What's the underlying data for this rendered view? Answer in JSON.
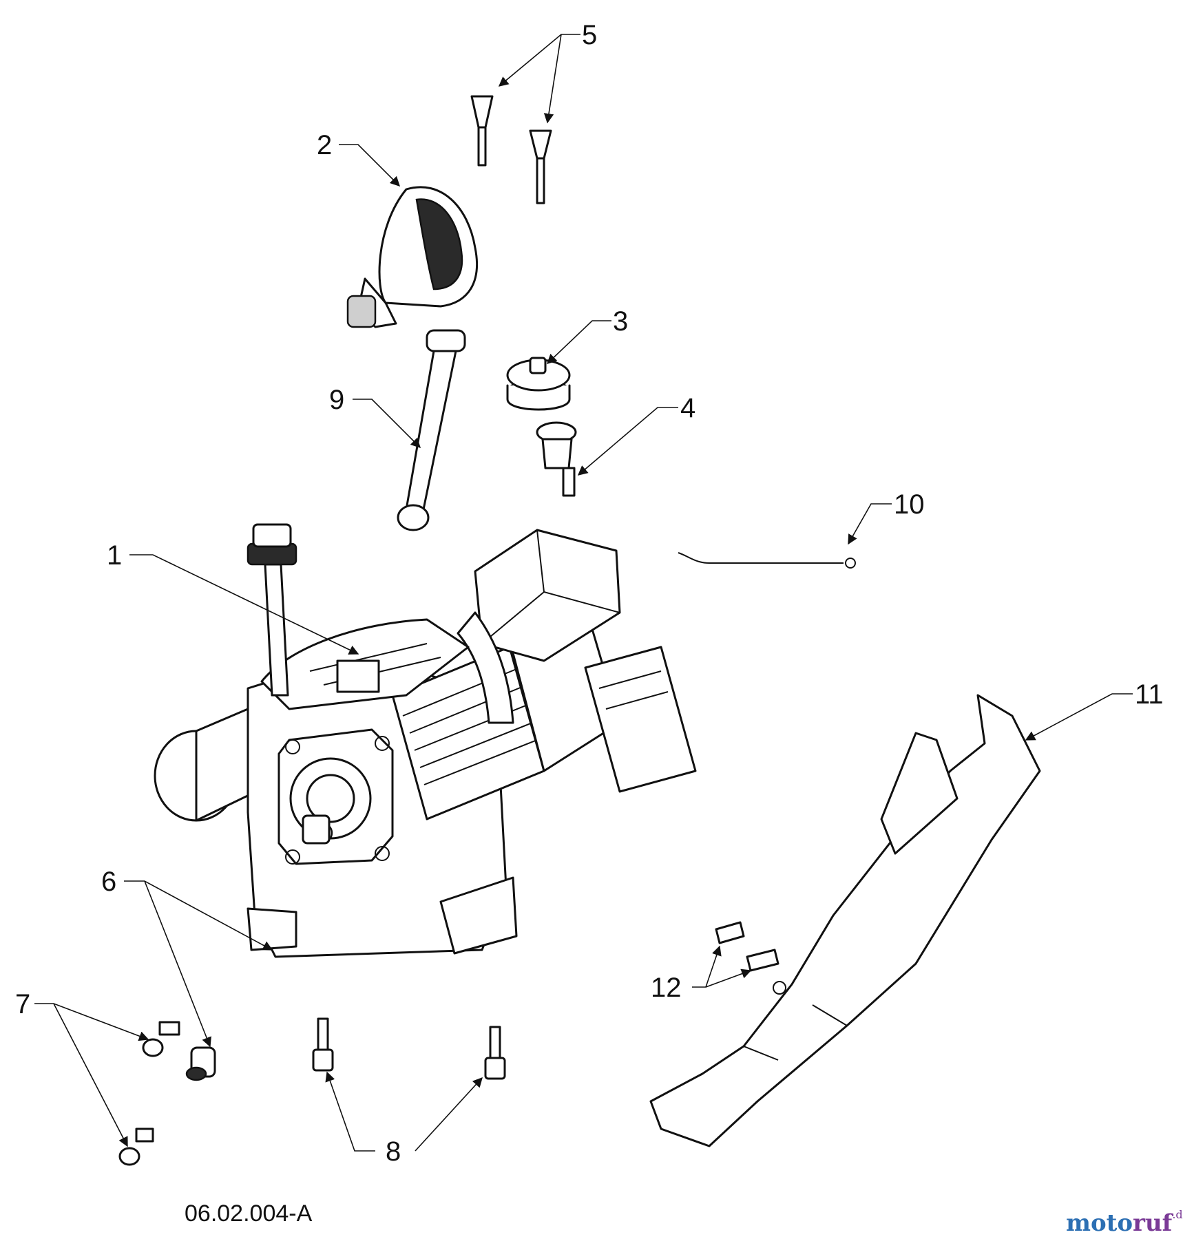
{
  "diagram": {
    "reference_code": "06.02.004-A",
    "callouts": [
      {
        "id": "1",
        "label": "1"
      },
      {
        "id": "2",
        "label": "2"
      },
      {
        "id": "3",
        "label": "3"
      },
      {
        "id": "4",
        "label": "4"
      },
      {
        "id": "5",
        "label": "5"
      },
      {
        "id": "6",
        "label": "6"
      },
      {
        "id": "7",
        "label": "7"
      },
      {
        "id": "8",
        "label": "8"
      },
      {
        "id": "9",
        "label": "9"
      },
      {
        "id": "10",
        "label": "10"
      },
      {
        "id": "11",
        "label": "11"
      },
      {
        "id": "12",
        "label": "12"
      }
    ]
  },
  "watermark": {
    "text": "motoruf.de",
    "main_a": "moto",
    "main_b": "ruf",
    "suffix": ".de",
    "colors": {
      "primary": "#2c6fb3",
      "secondary": "#7a3a96"
    }
  }
}
